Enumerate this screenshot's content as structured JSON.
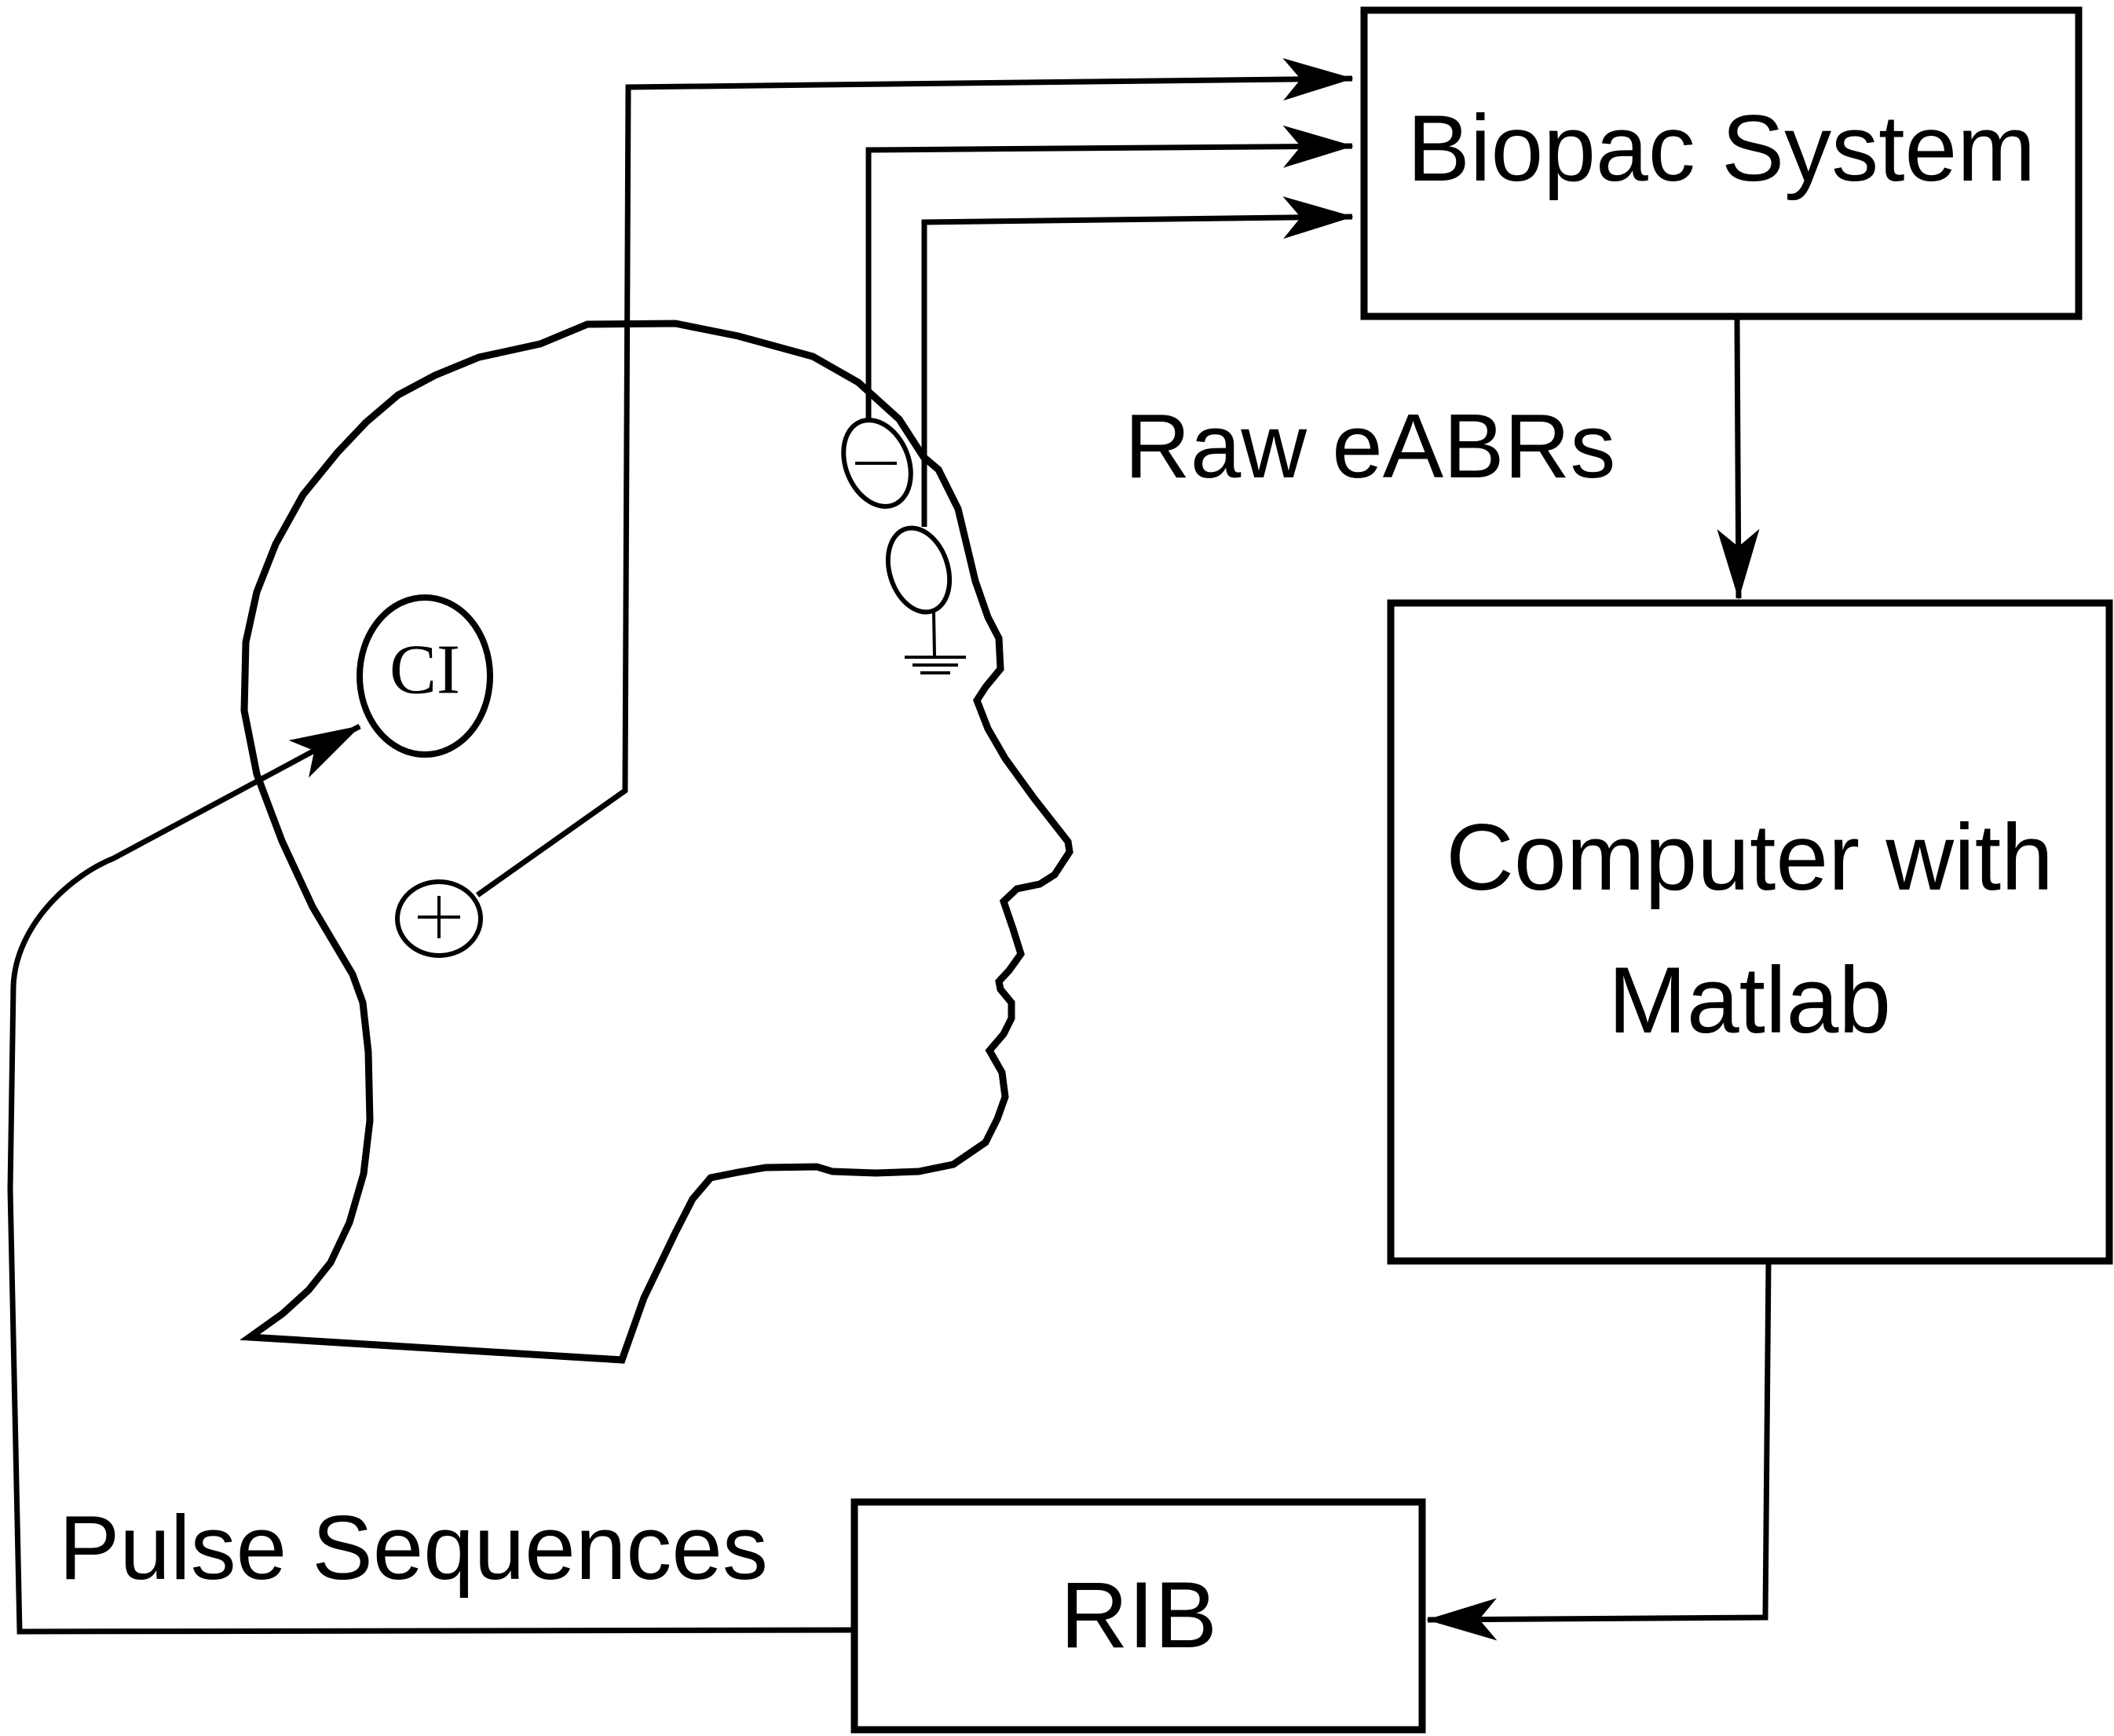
{
  "blocks": {
    "biopac": "Biopac System",
    "computer_line1": "Computer with",
    "computer_line2": "Matlab",
    "rib": "RIB"
  },
  "labels": {
    "raw_eabrs": "Raw eABRs",
    "pulse_sequences": "Pulse Sequences",
    "ci": "CI"
  },
  "electrodes": {
    "positive": "+",
    "negative": "−"
  },
  "colors": {
    "stroke": "#000000",
    "background": "#ffffff"
  }
}
